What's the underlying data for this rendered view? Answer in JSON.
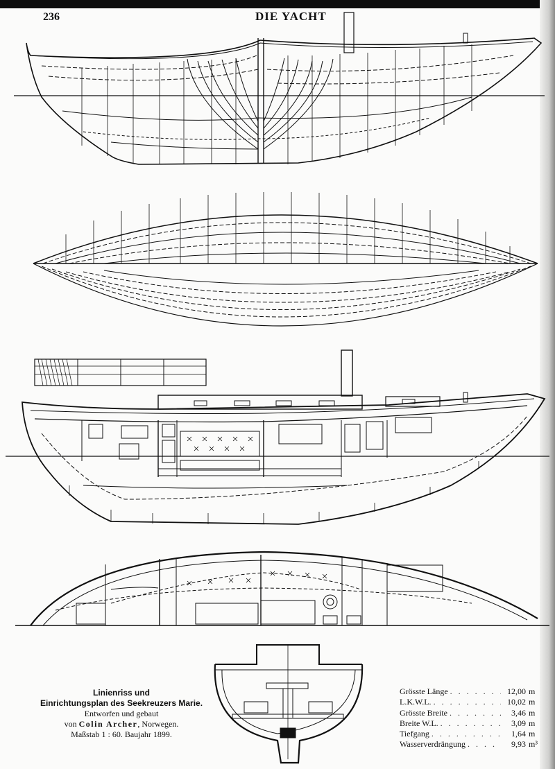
{
  "header": {
    "page_number": "236",
    "running_head": "DIE YACHT"
  },
  "caption": {
    "line1": "Linienriss und",
    "line2": "Einrichtungsplan des Seekreuzers Marie.",
    "line3": "Entworfen und gebaut",
    "line4_prefix": "von ",
    "line4_name": "Colin Archer",
    "line4_suffix": ", Norwegen.",
    "line5": "Maßstab 1 : 60.  Baujahr 1899."
  },
  "specs": [
    {
      "label": "Grösste Länge",
      "value": "12,00",
      "unit": "m"
    },
    {
      "label": "L.K.W.L.",
      "value": "10,02",
      "unit": "m"
    },
    {
      "label": "Grösste Breite",
      "value": "3,46",
      "unit": "m"
    },
    {
      "label": "Breite W.L.",
      "value": "3,09",
      "unit": "m"
    },
    {
      "label": "Tiefgang",
      "value": "1,64",
      "unit": "m"
    },
    {
      "label": "Wasserverdrängung",
      "value": "9,93",
      "unit": "m³"
    }
  ],
  "colors": {
    "ink": "#111111",
    "paper": "#fbfbfa"
  }
}
